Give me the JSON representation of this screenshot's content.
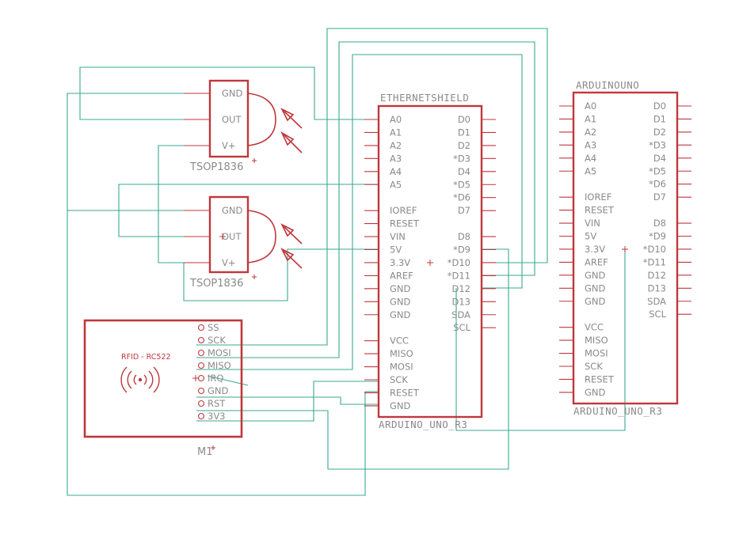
{
  "tsop1": {
    "pins": [
      "GND",
      "OUT",
      "V+"
    ],
    "name": "TSOP1836"
  },
  "tsop2": {
    "pins": [
      "GND",
      "OUT",
      "V+"
    ],
    "name": "TSOP1836"
  },
  "rfid": {
    "label": "RFID - RC522",
    "pins": [
      "SS",
      "SCK",
      "MOSI",
      "MISO",
      "IRQ",
      "GND",
      "RST",
      "3V3"
    ],
    "name": "M1"
  },
  "ethernet_shield": {
    "title": "ETHERNETSHIELD",
    "footer": "ARDUINO_UNO_R3",
    "left_pins": [
      "A0",
      "A1",
      "A2",
      "A3",
      "A4",
      "A5",
      "IOREF",
      "RESET",
      "VIN",
      "5V",
      "3.3V",
      "AREF",
      "GND",
      "GND",
      "GND",
      "VCC",
      "MISO",
      "MOSI",
      "SCK",
      "RESET",
      "GND"
    ],
    "right_pins": [
      "D0",
      "D1",
      "D2",
      "*D3",
      "D4",
      "*D5",
      "*D6",
      "D7",
      "D8",
      "*D9",
      "*D10",
      "*D11",
      "D12",
      "D13",
      "SDA",
      "SCL"
    ]
  },
  "arduino_uno": {
    "title": "ARDUINOUNO",
    "footer": "ARDUINO_UNO_R3",
    "left_pins": [
      "A0",
      "A1",
      "A2",
      "A3",
      "A4",
      "A5",
      "IOREF",
      "RESET",
      "VIN",
      "5V",
      "3.3V",
      "AREF",
      "GND",
      "GND",
      "GND",
      "VCC",
      "MISO",
      "MOSI",
      "SCK",
      "RESET",
      "GND"
    ],
    "right_pins": [
      "D0",
      "D1",
      "D2",
      "*D3",
      "D4",
      "*D5",
      "*D6",
      "D7",
      "D8",
      "*D9",
      "*D10",
      "*D11",
      "D12",
      "D13",
      "SDA",
      "SCL"
    ]
  },
  "colors": {
    "component": "#c0373c",
    "wire": "#3aa890",
    "text": "#8a8a8a"
  }
}
